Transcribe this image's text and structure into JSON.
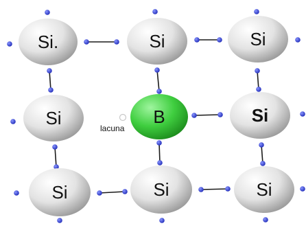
{
  "diagram": {
    "atoms": [
      {
        "symbol": "Si."
      },
      {
        "symbol": "Si"
      },
      {
        "symbol": "Si"
      },
      {
        "symbol": "Si"
      },
      {
        "symbol": "B"
      },
      {
        "symbol": "Si"
      },
      {
        "symbol": "Si"
      },
      {
        "symbol": "Si"
      },
      {
        "symbol": "Si"
      }
    ],
    "hole_label": "lacuna",
    "colors": {
      "silicon": "#d9d9d9",
      "boron": "#3cc23c",
      "electron": "#2f3fd0",
      "bond": "#1a1a1a",
      "text": "#111111"
    }
  }
}
